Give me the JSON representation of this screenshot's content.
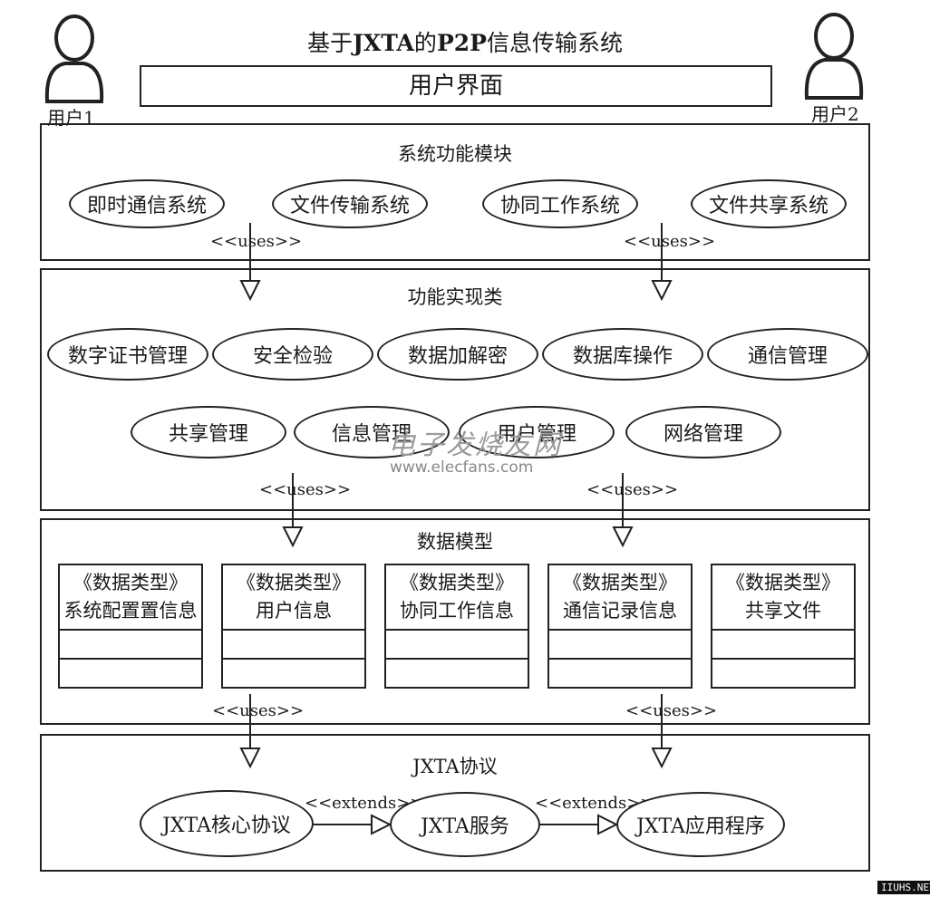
{
  "header": {
    "title_prefix": "基于",
    "title_jxta": "JXTA",
    "title_mid": "的",
    "title_p2p": "P2P",
    "title_suffix": "信息传输系统",
    "ui_box": "用户界面",
    "user1": "用户1",
    "user2": "用户2"
  },
  "system_modules": {
    "title": "系统功能模块",
    "items": [
      "即时通信系统",
      "文件传输系统",
      "协同工作系统",
      "文件共享系统"
    ]
  },
  "implementation": {
    "title": "功能实现类",
    "row1": [
      "数字证书管理",
      "安全检验",
      "数据加解密",
      "数据库操作",
      "通信管理"
    ],
    "row2": [
      "共享管理",
      "信息管理",
      "用户管理",
      "网络管理"
    ]
  },
  "data_model": {
    "title": "数据模型",
    "stereotype": "《数据类型》",
    "items": [
      "系统配置置信息",
      "用户信息",
      "协同工作信息",
      "通信记录信息",
      "共享文件"
    ]
  },
  "jxta": {
    "title": "JXTA协议",
    "items": [
      "JXTA核心协议",
      "JXTA服务",
      "JXTA应用程序"
    ],
    "extends_label": "<<extends>>"
  },
  "uses_label": "<<uses>>",
  "watermark": {
    "text": "www.elecfans.com",
    "brand": "电子发烧友网",
    "corner": "IIUHS.NET"
  }
}
